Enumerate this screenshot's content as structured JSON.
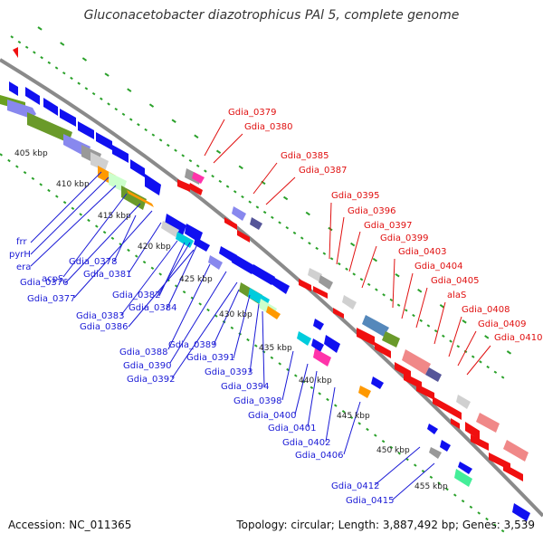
{
  "title": "Gluconacetobacter diazotrophicus PAl 5, complete genome",
  "accession": "Accession: NC_011365",
  "topology": "Topology: circular; Length: 3,887,492 bp; Genes: 3,539",
  "colors": {
    "backbone": "#808080",
    "dotted_track": "#2aa12a",
    "label_left": "#1a1ad6",
    "label_right": "#e01010",
    "forward_gene": "#1010f0",
    "reverse_gene": "#f01010",
    "kbp_text": "#222222"
  },
  "kbp_ticks": [
    "405 kbp",
    "410 kbp",
    "415 kbp",
    "420 kbp",
    "425 kbp",
    "430 kbp",
    "435 kbp",
    "440 kbp",
    "445 kbp",
    "450 kbp",
    "455 kbp"
  ],
  "left_labels": [
    "frr",
    "pyrH",
    "era",
    "acpS",
    "Gdia_0376",
    "Gdia_0377",
    "Gdia_0378",
    "Gdia_0381",
    "Gdia_0382",
    "Gdia_0383",
    "Gdia_0384",
    "Gdia_0386",
    "Gdia_0388",
    "Gdia_0389",
    "Gdia_0390",
    "Gdia_0391",
    "Gdia_0392",
    "Gdia_0393",
    "Gdia_0394",
    "Gdia_0398",
    "Gdia_0400",
    "Gdia_0401",
    "Gdia_0402",
    "Gdia_0406",
    "Gdia_0412",
    "Gdia_0415"
  ],
  "right_labels": [
    "Gdia_0379",
    "Gdia_0380",
    "Gdia_0385",
    "Gdia_0387",
    "Gdia_0395",
    "Gdia_0396",
    "Gdia_0397",
    "Gdia_0399",
    "Gdia_0403",
    "Gdia_0404",
    "Gdia_0405",
    "alaS",
    "Gdia_0408",
    "Gdia_0409",
    "Gdia_0410"
  ]
}
